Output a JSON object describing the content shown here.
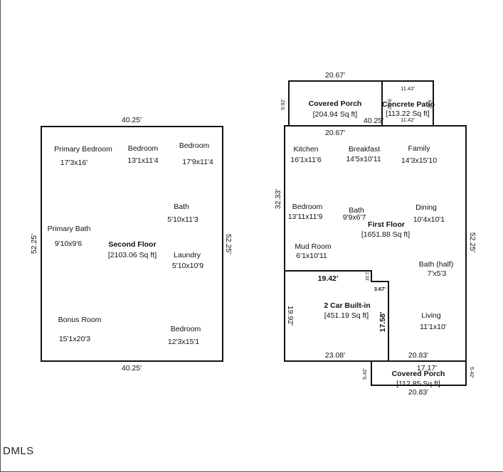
{
  "second_floor": {
    "dims": {
      "top": "40.25'",
      "bottom": "40.25'",
      "left": "52.25'",
      "right": "52.25'"
    },
    "label": {
      "name": "Second Floor",
      "area": "[2103.06 Sq ft]"
    },
    "rooms": {
      "primary_bedroom": {
        "name": "Primary Bedroom",
        "size": "17'3x16'"
      },
      "bedroom_1": {
        "name": "Bedroom",
        "size": "13'1x11'4"
      },
      "bedroom_2": {
        "name": "Bedroom",
        "size": "17'9x11'4"
      },
      "bath": {
        "name": "Bath",
        "size": "5'10x11'3"
      },
      "primary_bath": {
        "name": "Primary Bath",
        "size": "9'10x9'6"
      },
      "laundry": {
        "name": "Laundry",
        "size": "5'10x10'9"
      },
      "bonus_room": {
        "name": "Bonus Room",
        "size": "15'1x20'3"
      },
      "bedroom_3": {
        "name": "Bedroom",
        "size": "12'3x15'1"
      }
    }
  },
  "covered_porch_top": {
    "name": "Covered Porch",
    "area": "[204.94 Sq ft]",
    "dims": {
      "top": "20.67'",
      "bottom": "20.67'",
      "left": "9.92'",
      "right": "9.92'"
    }
  },
  "concrete_patio": {
    "name": "Concrete Patio",
    "area": "[113.22 Sq ft]",
    "dims": {
      "top": "11.42'",
      "bottom": "11.42'",
      "left": "9.92'",
      "right": "9.92'"
    }
  },
  "first_floor": {
    "dims": {
      "top": "40.25'",
      "left": "32.33'",
      "right": "52.25'",
      "bottom": "20.83'"
    },
    "label": {
      "name": "First Floor",
      "area": "[1651.88 Sq ft]"
    },
    "rooms": {
      "kitchen": {
        "name": "Kitchen",
        "size": "16'1x11'6"
      },
      "breakfast": {
        "name": "Breakfast",
        "size": "14'5x10'11"
      },
      "family": {
        "name": "Family",
        "size": "14'3x15'10"
      },
      "bedroom": {
        "name": "Bedroom",
        "size": "13'11x11'9"
      },
      "bath": {
        "name": "Bath",
        "size": "9'9x6'7"
      },
      "dining": {
        "name": "Dining",
        "size": "10'4x10'1"
      },
      "mud_room": {
        "name": "Mud Room",
        "size": "6'1x10'11"
      },
      "bath_half": {
        "name": "Bath (half)",
        "size": "7'x5'3"
      },
      "living": {
        "name": "Living",
        "size": "11'1x10'"
      }
    }
  },
  "garage": {
    "name": "2 Car Built-in",
    "area": "[451.19 Sq ft]",
    "dims": {
      "top": "19.42'",
      "notch_v": "2.33'",
      "notch_h": "3.67'",
      "left": "19.92'",
      "right": "17.58'",
      "bottom": "23.08'"
    }
  },
  "covered_porch_bottom": {
    "name": "Covered Porch",
    "area": "[112.85 Sq ft]",
    "dims": {
      "top": "17.17'",
      "bottom": "20.83'",
      "left": "5.42'",
      "right": "5.42'"
    }
  },
  "brand": "DMLS"
}
